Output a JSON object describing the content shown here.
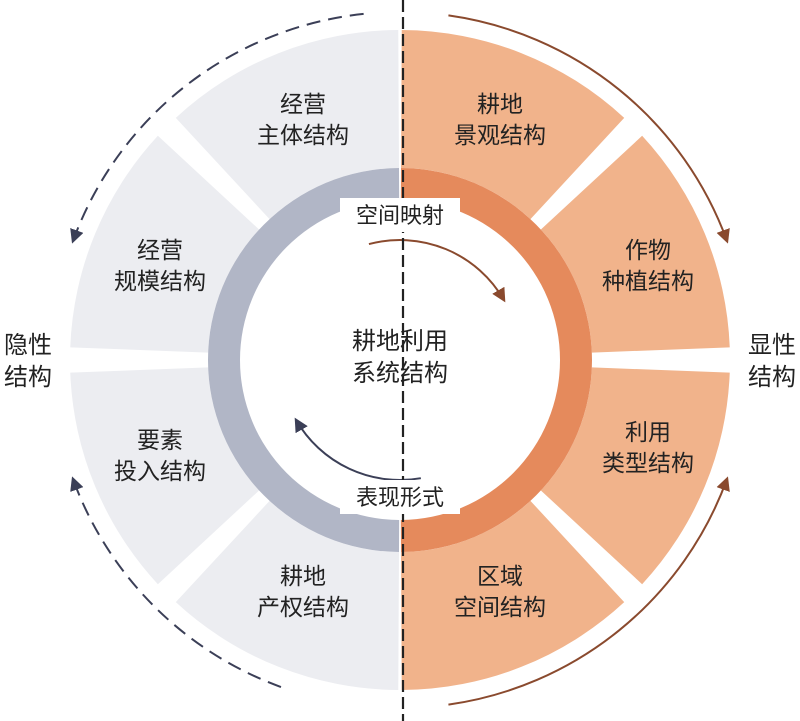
{
  "center": {
    "line1": "耕地利用",
    "line2": "系统结构"
  },
  "ring_labels": {
    "top": "空间映射",
    "bottom": "表现形式"
  },
  "side_labels": {
    "left": {
      "line1": "隐性",
      "line2": "结构"
    },
    "right": {
      "line1": "显性",
      "line2": "结构"
    }
  },
  "segments": {
    "left": [
      {
        "line1": "经营",
        "line2": "主体结构"
      },
      {
        "line1": "经营",
        "line2": "规模结构"
      },
      {
        "line1": "要素",
        "line2": "投入结构"
      },
      {
        "line1": "耕地",
        "line2": "产权结构"
      }
    ],
    "right": [
      {
        "line1": "耕地",
        "line2": "景观结构"
      },
      {
        "line1": "作物",
        "line2": "种植结构"
      },
      {
        "line1": "利用",
        "line2": "类型结构"
      },
      {
        "line1": "区域",
        "line2": "空间结构"
      }
    ]
  },
  "colors": {
    "left_segment": "#ecedf1",
    "right_segment": "#f1b38b",
    "left_ring": "#b1b6c6",
    "right_ring": "#e58a5c",
    "left_arrow": "#3b3f57",
    "right_arrow": "#8a4a2e",
    "divider": "#222222"
  }
}
